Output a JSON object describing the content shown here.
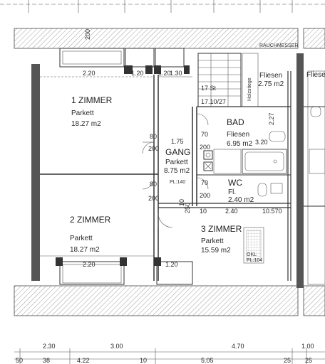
{
  "rooms": {
    "zimmer1": {
      "name": "1 ZIMMER",
      "floor": "Parkett",
      "area": "18.27 m2"
    },
    "zimmer2": {
      "name": "2 ZIMMER",
      "floor": "Parkett",
      "area": "18.27 m2"
    },
    "zimmer3": {
      "name": "3 ZIMMER",
      "floor": "Parkett",
      "area": "15.59 m2"
    },
    "gang": {
      "name": "GANG",
      "floor": "Parkett",
      "area": "8.75 m2"
    },
    "bad": {
      "name": "BAD",
      "floor": "Fliesen",
      "area": "6.95 m2"
    },
    "wc": {
      "name": "WC",
      "floor": "Fl.",
      "area": "2.40 m2"
    },
    "right_room": {
      "name": "Fliesen",
      "area": "2.75 m2"
    },
    "far_right": {
      "name": "Fliesen"
    }
  },
  "stair": {
    "steps": "17 St",
    "ratio": "17.10/27",
    "label": "Holzstiege"
  },
  "window_dims": {
    "top_left": "2.20",
    "top_mid": "1.20",
    "top_mid2": "1.20",
    "top_right": "1.30",
    "bottom_left": "2.20",
    "bottom_mid": "1.20"
  },
  "interior_dims": {
    "gang_w": "1.75",
    "d80a": "80",
    "d80b": "80",
    "d200a": "200",
    "d200b": "200",
    "d200c": "200",
    "d200d": "200",
    "d70a": "70",
    "d70b": "70",
    "d10": "10",
    "d240": "2.40",
    "d10570": "10.570",
    "bad_w": "3.20",
    "v200": "200",
    "v250": "250",
    "v227": "2.27",
    "v10": "10"
  },
  "bottom_dims_row1": [
    "2.30",
    "3.00",
    "4.70",
    "1.00"
  ],
  "bottom_dims_row2": [
    "50",
    "38",
    "4.22",
    "10",
    "5.05",
    "25",
    "25"
  ],
  "notes": {
    "parap": "RAUCHMESSER",
    "small1": "PL:140",
    "small2": "OKL",
    "small3": "PL:104"
  }
}
